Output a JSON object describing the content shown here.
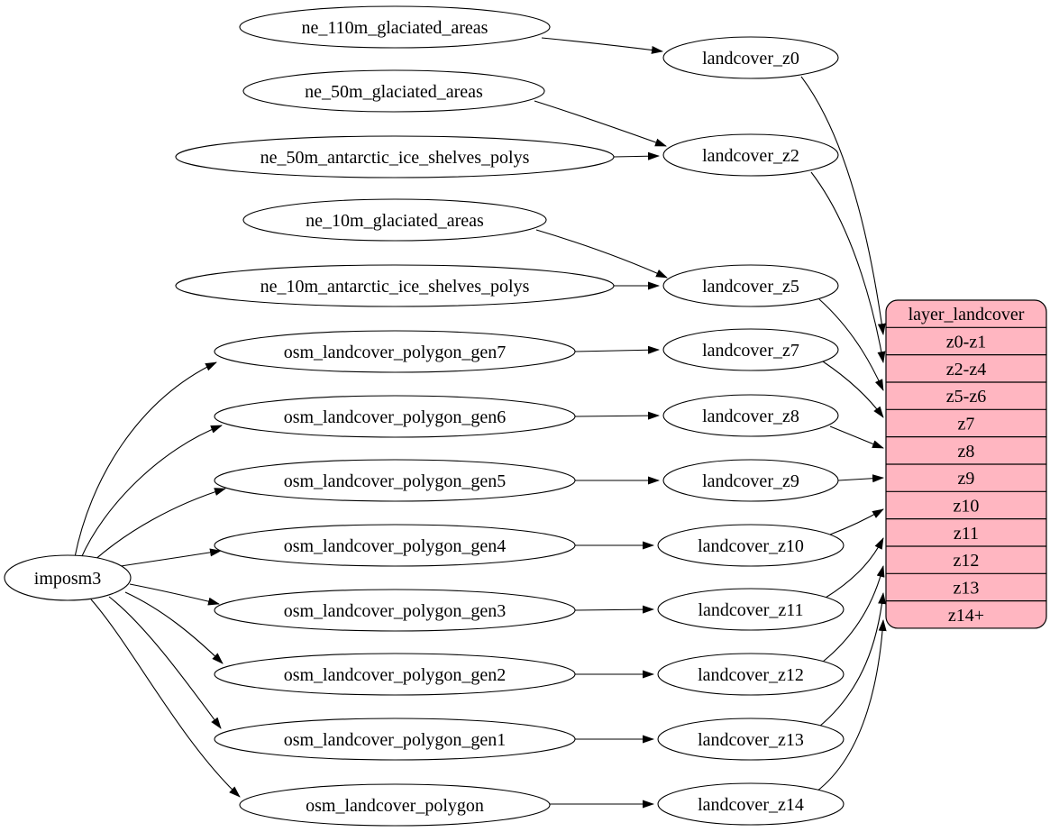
{
  "diagram": {
    "colors": {
      "background": "#ffffff",
      "node_fill": "#ffffff",
      "stroke": "#000000",
      "table_fill": "#ffb6c1"
    },
    "nodes": [
      {
        "id": "imposm3",
        "label": "imposm3"
      },
      {
        "id": "ne_110m_glaciated_areas",
        "label": "ne_110m_glaciated_areas"
      },
      {
        "id": "ne_50m_glaciated_areas",
        "label": "ne_50m_glaciated_areas"
      },
      {
        "id": "ne_50m_antarctic_ice_shelves_polys",
        "label": "ne_50m_antarctic_ice_shelves_polys"
      },
      {
        "id": "ne_10m_glaciated_areas",
        "label": "ne_10m_glaciated_areas"
      },
      {
        "id": "ne_10m_antarctic_ice_shelves_polys",
        "label": "ne_10m_antarctic_ice_shelves_polys"
      },
      {
        "id": "osm_landcover_polygon_gen7",
        "label": "osm_landcover_polygon_gen7"
      },
      {
        "id": "osm_landcover_polygon_gen6",
        "label": "osm_landcover_polygon_gen6"
      },
      {
        "id": "osm_landcover_polygon_gen5",
        "label": "osm_landcover_polygon_gen5"
      },
      {
        "id": "osm_landcover_polygon_gen4",
        "label": "osm_landcover_polygon_gen4"
      },
      {
        "id": "osm_landcover_polygon_gen3",
        "label": "osm_landcover_polygon_gen3"
      },
      {
        "id": "osm_landcover_polygon_gen2",
        "label": "osm_landcover_polygon_gen2"
      },
      {
        "id": "osm_landcover_polygon_gen1",
        "label": "osm_landcover_polygon_gen1"
      },
      {
        "id": "osm_landcover_polygon",
        "label": "osm_landcover_polygon"
      },
      {
        "id": "landcover_z0",
        "label": "landcover_z0"
      },
      {
        "id": "landcover_z2",
        "label": "landcover_z2"
      },
      {
        "id": "landcover_z5",
        "label": "landcover_z5"
      },
      {
        "id": "landcover_z7",
        "label": "landcover_z7"
      },
      {
        "id": "landcover_z8",
        "label": "landcover_z8"
      },
      {
        "id": "landcover_z9",
        "label": "landcover_z9"
      },
      {
        "id": "landcover_z10",
        "label": "landcover_z10"
      },
      {
        "id": "landcover_z11",
        "label": "landcover_z11"
      },
      {
        "id": "landcover_z12",
        "label": "landcover_z12"
      },
      {
        "id": "landcover_z13",
        "label": "landcover_z13"
      },
      {
        "id": "landcover_z14",
        "label": "landcover_z14"
      }
    ],
    "table": {
      "id": "layer_landcover",
      "header": "layer_landcover",
      "rows": [
        "z0-z1",
        "z2-z4",
        "z5-z6",
        "z7",
        "z8",
        "z9",
        "z10",
        "z11",
        "z12",
        "z13",
        "z14+"
      ]
    },
    "edges": [
      {
        "from": "imposm3",
        "to": "osm_landcover_polygon_gen7"
      },
      {
        "from": "imposm3",
        "to": "osm_landcover_polygon_gen6"
      },
      {
        "from": "imposm3",
        "to": "osm_landcover_polygon_gen5"
      },
      {
        "from": "imposm3",
        "to": "osm_landcover_polygon_gen4"
      },
      {
        "from": "imposm3",
        "to": "osm_landcover_polygon_gen3"
      },
      {
        "from": "imposm3",
        "to": "osm_landcover_polygon_gen2"
      },
      {
        "from": "imposm3",
        "to": "osm_landcover_polygon_gen1"
      },
      {
        "from": "imposm3",
        "to": "osm_landcover_polygon"
      },
      {
        "from": "ne_110m_glaciated_areas",
        "to": "landcover_z0"
      },
      {
        "from": "ne_50m_glaciated_areas",
        "to": "landcover_z2"
      },
      {
        "from": "ne_50m_antarctic_ice_shelves_polys",
        "to": "landcover_z2"
      },
      {
        "from": "ne_10m_glaciated_areas",
        "to": "landcover_z5"
      },
      {
        "from": "ne_10m_antarctic_ice_shelves_polys",
        "to": "landcover_z5"
      },
      {
        "from": "osm_landcover_polygon_gen7",
        "to": "landcover_z7"
      },
      {
        "from": "osm_landcover_polygon_gen6",
        "to": "landcover_z8"
      },
      {
        "from": "osm_landcover_polygon_gen5",
        "to": "landcover_z9"
      },
      {
        "from": "osm_landcover_polygon_gen4",
        "to": "landcover_z10"
      },
      {
        "from": "osm_landcover_polygon_gen3",
        "to": "landcover_z11"
      },
      {
        "from": "osm_landcover_polygon_gen2",
        "to": "landcover_z12"
      },
      {
        "from": "osm_landcover_polygon_gen1",
        "to": "landcover_z13"
      },
      {
        "from": "osm_landcover_polygon",
        "to": "landcover_z14"
      },
      {
        "from": "landcover_z0",
        "to": "layer_landcover:z0-z1"
      },
      {
        "from": "landcover_z2",
        "to": "layer_landcover:z2-z4"
      },
      {
        "from": "landcover_z5",
        "to": "layer_landcover:z5-z6"
      },
      {
        "from": "landcover_z7",
        "to": "layer_landcover:z7"
      },
      {
        "from": "landcover_z8",
        "to": "layer_landcover:z8"
      },
      {
        "from": "landcover_z9",
        "to": "layer_landcover:z9"
      },
      {
        "from": "landcover_z10",
        "to": "layer_landcover:z10"
      },
      {
        "from": "landcover_z11",
        "to": "layer_landcover:z11"
      },
      {
        "from": "landcover_z12",
        "to": "layer_landcover:z12"
      },
      {
        "from": "landcover_z13",
        "to": "layer_landcover:z13"
      },
      {
        "from": "landcover_z14",
        "to": "layer_landcover:z14+"
      }
    ]
  }
}
